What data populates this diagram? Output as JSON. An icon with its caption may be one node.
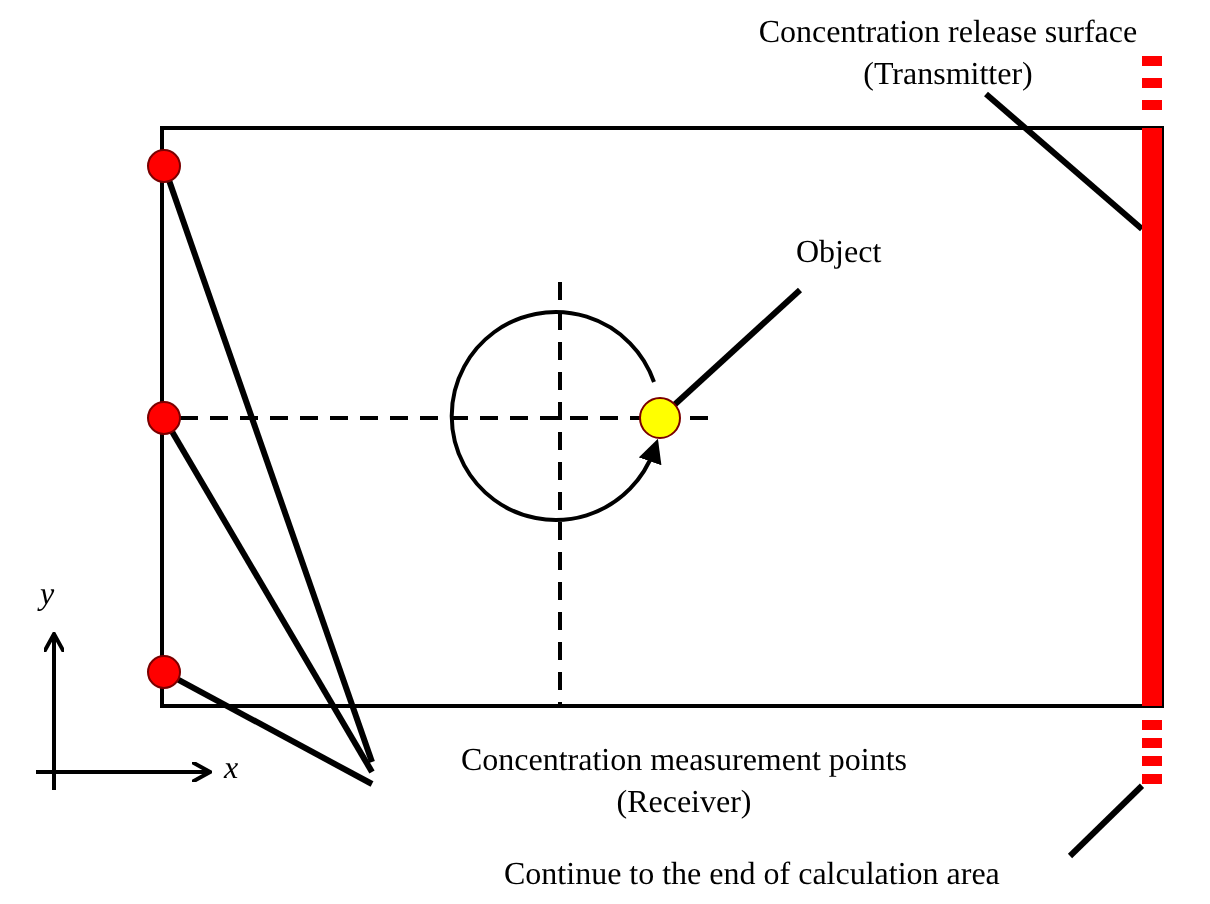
{
  "diagram": {
    "nodes": [
      {
        "text": [
          "Concentration release surface (Transmitter)"
        ]
      },
      {
        "text": [],
        "shape": "bar"
      },
      {
        "text": [
          "Object"
        ]
      },
      {
        "text": [],
        "shape": "circle"
      },
      {
        "text": [],
        "shape": "circle"
      },
      {
        "text": [],
        "shape": "circle"
      },
      {
        "text": [],
        "shape": "circle"
      },
      {
        "text": [
          "Concentration measurement points (Receiver)"
        ]
      },
      {
        "text": [
          "Continue to the end of calculation area"
        ]
      },
      {
        "text": [],
        "shape": "bar"
      }
    ],
    "edges": [
      {
        "from": 0,
        "to": 1,
        "arrow": "none"
      },
      {
        "from": 2,
        "to": 3,
        "arrow": "none"
      },
      {
        "from": 7,
        "to": 4,
        "arrow": "none"
      },
      {
        "from": 7,
        "to": 5,
        "arrow": "none"
      },
      {
        "from": 7,
        "to": 6,
        "arrow": "none"
      },
      {
        "from": 8,
        "to": 9,
        "arrow": "none"
      }
    ],
    "labels": [
      "y",
      "x"
    ]
  }
}
